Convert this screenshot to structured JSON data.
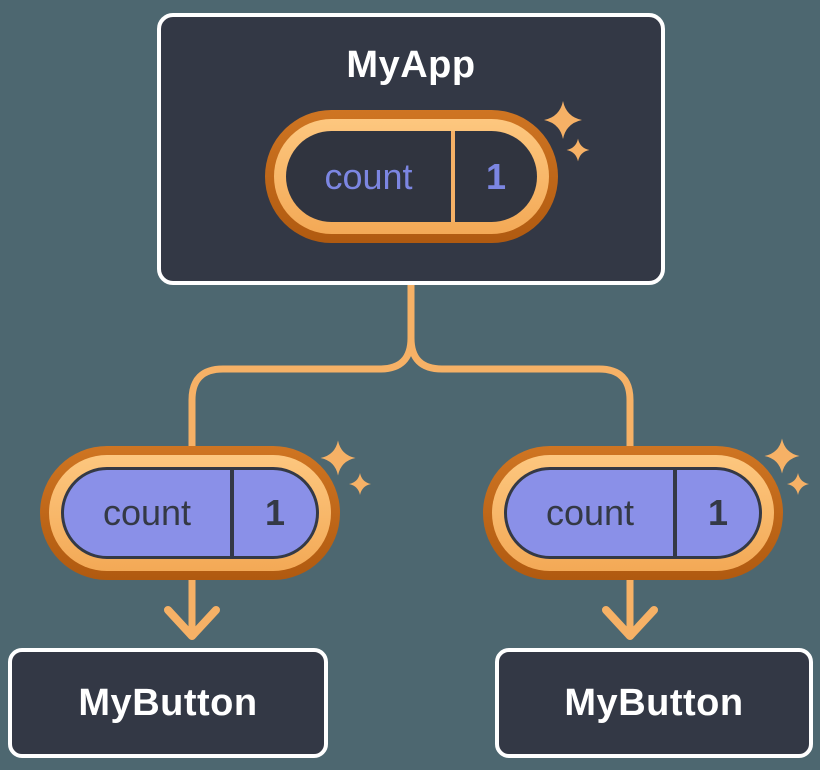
{
  "tree": {
    "root": {
      "title": "MyApp",
      "state_name": "count",
      "state_value": "1"
    },
    "children": [
      {
        "title": "MyButton",
        "state_name": "count",
        "state_value": "1"
      },
      {
        "title": "MyButton",
        "state_name": "count",
        "state_value": "1"
      }
    ]
  },
  "icons": [
    "sparkles-icon",
    "arrow-down-icon"
  ],
  "colors": {
    "background": "#4d6770",
    "node_fill": "#333845",
    "node_border": "#ffffff",
    "connector_orange": "#f6b166",
    "ring_outer_orange": "#c0661a",
    "ring_inner_orange": "#f8b56b",
    "state_fill_purple": "#8a90e8",
    "state_text_purple": "#7c86e2",
    "dark_navy_text": "#343945"
  }
}
